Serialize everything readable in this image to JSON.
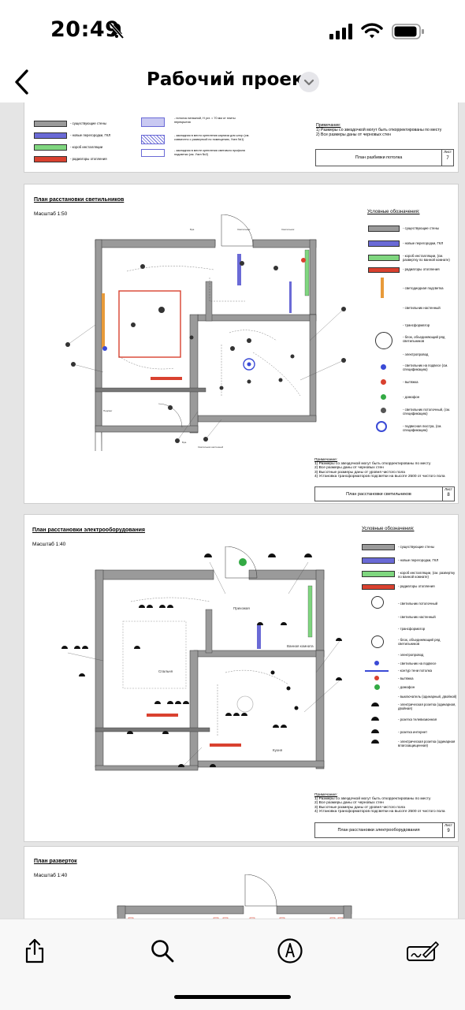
{
  "status_bar": {
    "time": "20:49"
  },
  "nav": {
    "title": "Рабочий проект"
  },
  "page1": {
    "legend": [
      {
        "text": "- существующие стены",
        "color": "#9a9a9a"
      },
      {
        "text": "- новые перегородки, ГКЛ",
        "color": "#6a6ad6"
      },
      {
        "text": "- короб инсталляции",
        "color": "#7fd67f"
      },
      {
        "text": "- радиаторы отопления",
        "color": "#d9412f"
      }
    ],
    "legend2": [
      "- потолок натяжной, Н уст. = 70 мм от плиты перекрытия",
      "- закладная в место крепления карниза для штор (см. совместно с разверткой по помещению, Узел №1)",
      "- закладная в месте крепления светового профиля подсветки (см. Узел №2)"
    ],
    "notes": [
      "Примечание:",
      "1) Размеры со звездочкой могут быть откорректированы по месту",
      "2) Все размеры даны от черновых стен"
    ],
    "stamp_name": "План разбивки потолка",
    "sheet_label": "Лист",
    "sheet_num": "7"
  },
  "page2": {
    "title": "План расстановки светильников",
    "scale": "Масштаб 1:50",
    "legend_title": "Условные обозначения:",
    "legend": [
      "- существующие стены",
      "- новые перегородки, ГКЛ",
      "- короб инсталляции, (см. развертку по ванной комнате)",
      "- радиаторы отопления",
      "- светодиодная подсветка",
      "- светильник настенный",
      "- трансформатор",
      "- блок, объединяющий ряд светильников",
      "- электропровод",
      "- светильник на подвесе (см. спецификацию)",
      "- вытяжка",
      "- домофон",
      "- светильник потолочный, (см. спецификацию)",
      "- подвесная люстра, (см. спецификацию)"
    ],
    "notes": [
      "Примечание:",
      "1) Размеры со звездочкой могут быть откорректированы по месту",
      "2) Все размеры даны от черновых стен",
      "3) Высотные размеры даны от уровня чистого пола",
      "4) Установка трансформаторов подсветки на высоте 2500 от чистого пола"
    ],
    "stamp_name": "План расстановки светильников",
    "sheet_label": "Лист",
    "sheet_num": "8"
  },
  "page3": {
    "title": "План расстановки электрооборудования",
    "scale": "Масштаб 1:40",
    "legend_title": "Условные обозначения:",
    "legend": [
      "- существующие стены",
      "- новые перегородки, ГКЛ",
      "- короб инсталляции, (см. развертку по ванной комнате)",
      "- радиаторы отопления",
      "- светильник потолочный",
      "- светильник настенный",
      "- трансформатор",
      "- блок, объединяющий ряд светильников",
      "- электропровод",
      "- светильник на подвесе",
      "- контур тени потолка",
      "- вытяжка",
      "- домофон",
      "- выключатель (одинарный, двойной)",
      "- электрическая розетка (одинарная, двойная)",
      "- розетка телевизионная",
      "- розетка интернет",
      "- электрическая розетка (одинарная влагозащищенная)"
    ],
    "rooms": [
      "Прихожая",
      "Ванная комната",
      "Спальня",
      "Кухня"
    ],
    "notes": [
      "Примечание:",
      "1) Размеры со звездочкой могут быть откорректированы по месту",
      "2) Все размеры даны от черновых стен",
      "3) Высотные размеры даны от уровня чистого пола",
      "4) Установка трансформаторов подсветки на высоте 2500 от чистого пола"
    ],
    "stamp_name": "План расстановки электрооборудования",
    "sheet_label": "Лист",
    "sheet_num": "9"
  },
  "page4": {
    "title": "План разверток",
    "scale": "Масштаб 1:40"
  }
}
